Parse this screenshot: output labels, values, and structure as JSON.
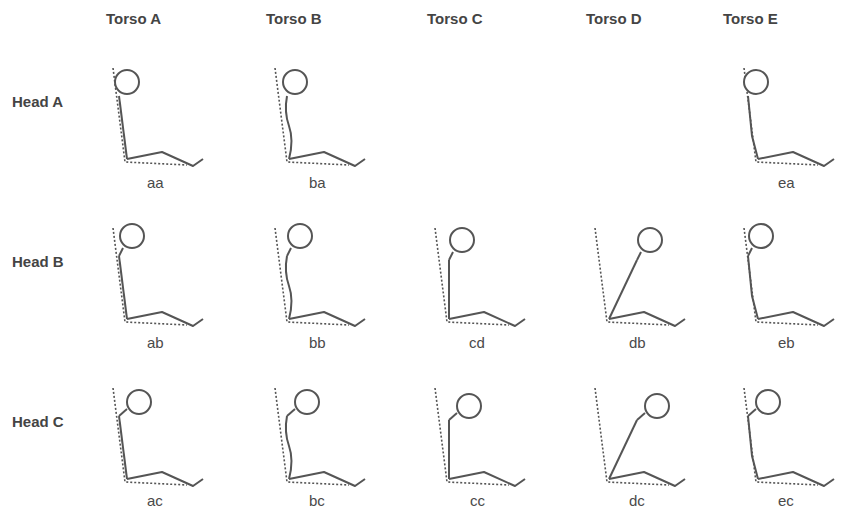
{
  "diagram": {
    "labels": [
      "Torso A",
      "Torso B",
      "Torso C",
      "Torso D",
      "Torso E",
      "Head A",
      "aa",
      "ba",
      "ea",
      "Head B",
      "ab",
      "bb",
      "cd",
      "db",
      "eb",
      "Head C",
      "ac",
      "bc",
      "cc",
      "dc",
      "ec"
    ]
  }
}
